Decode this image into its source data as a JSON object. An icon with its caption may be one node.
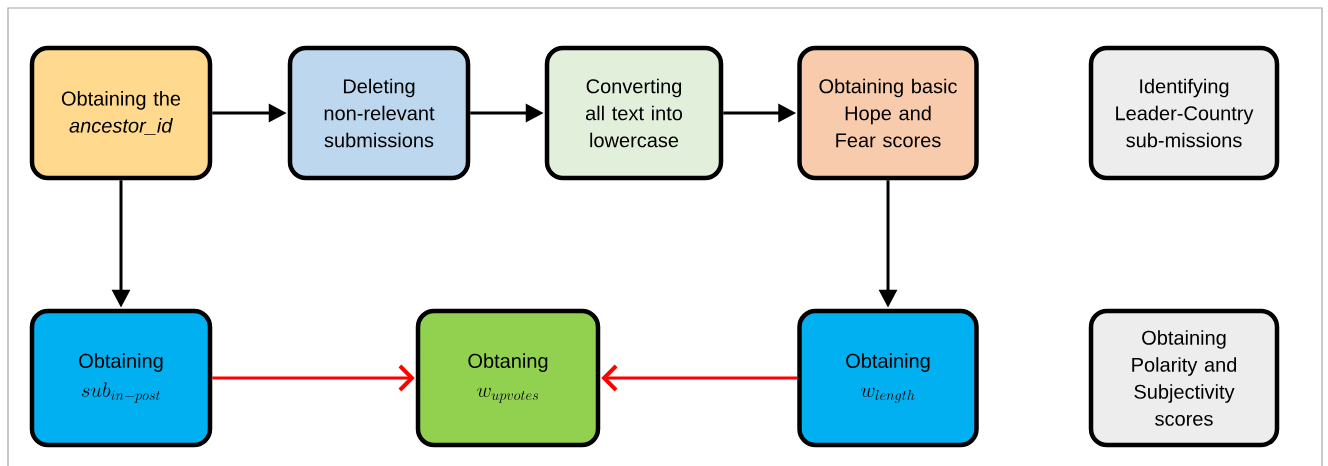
{
  "diagram": {
    "nodes": [
      {
        "text": [
          "Obtaining the *ancestor_id*"
        ]
      },
      {
        "text": [
          "Deleting non-relevant submissions"
        ]
      },
      {
        "text": [
          "Converting all text into lowercase"
        ]
      },
      {
        "text": [
          "Obtaining basic Hope and Fear scores"
        ]
      },
      {
        "text": [
          "Identifying Leader-Country sub-missions"
        ]
      },
      {
        "text": [
          "Obtaining",
          "sub_{in-post}"
        ]
      },
      {
        "text": [
          "Obtaning",
          "w_{upvotes}"
        ]
      },
      {
        "text": [
          "Obtaining",
          "w_{length}"
        ]
      },
      {
        "text": [
          "Obtaining Polarity and Subjectivity scores"
        ]
      }
    ],
    "edges": [
      {
        "from": 0,
        "to": 1,
        "arrow": "to"
      },
      {
        "from": 1,
        "to": 2,
        "arrow": "to"
      },
      {
        "from": 2,
        "to": 3,
        "arrow": "to"
      },
      {
        "from": 0,
        "to": 5,
        "arrow": "to"
      },
      {
        "from": 3,
        "to": 7,
        "arrow": "to"
      },
      {
        "from": 5,
        "to": 6,
        "arrow": "to",
        "color": "#ff0000"
      },
      {
        "from": 7,
        "to": 6,
        "arrow": "to",
        "color": "#ff0000"
      }
    ]
  }
}
